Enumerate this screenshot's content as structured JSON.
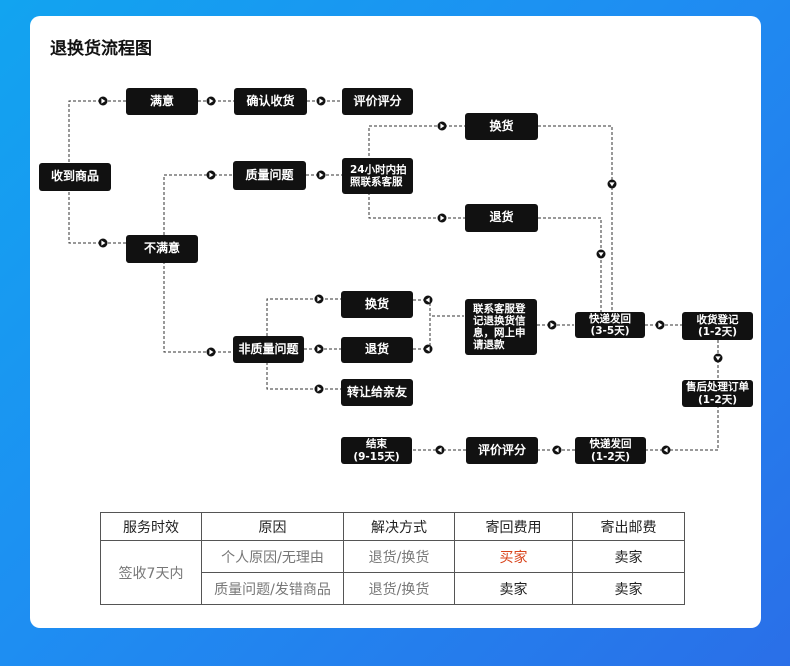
{
  "title": "退换货流程图",
  "nodes": {
    "received": "收到商品",
    "satisfied": "满意",
    "confirm_receipt": "确认收货",
    "rate_top": "评价评分",
    "unsatisfied": "不满意",
    "quality_issue": "质量问题",
    "contact_24h": "24小时内拍照联系客服",
    "exchange_top": "换货",
    "return_top": "退货",
    "non_quality_issue": "非质量问题",
    "exchange_mid": "换货",
    "return_mid": "退货",
    "gift_to_relative": "转让给亲友",
    "contact_register": "联系客服登记退换货信息，网上申请退款",
    "ship_back": "快递发回\n(3-5天)",
    "receive_register": "收货登记\n(1-2天)",
    "aftersale_order": "售后处理订单\n(1-2天)",
    "ship_return": "快递发回\n(1-2天)",
    "rate_bottom": "评价评分",
    "end": "结束\n(9-15天)"
  },
  "table": {
    "headers": [
      "服务时效",
      "原因",
      "解决方式",
      "寄回费用",
      "寄出邮费"
    ],
    "period": "签收7天内",
    "rows": [
      {
        "reason": "个人原因/无理由",
        "solution": "退货/换货",
        "return_fee": "买家",
        "ship_fee": "卖家"
      },
      {
        "reason": "质量问题/发错商品",
        "solution": "退货/换货",
        "return_fee": "卖家",
        "ship_fee": "卖家"
      }
    ]
  },
  "colors": {
    "node_fill": "#111111",
    "node_text": "#ffffff",
    "buyer_fee": "#d9441c",
    "background_gradient": [
      "#12a4f0",
      "#2a6fe8"
    ]
  }
}
